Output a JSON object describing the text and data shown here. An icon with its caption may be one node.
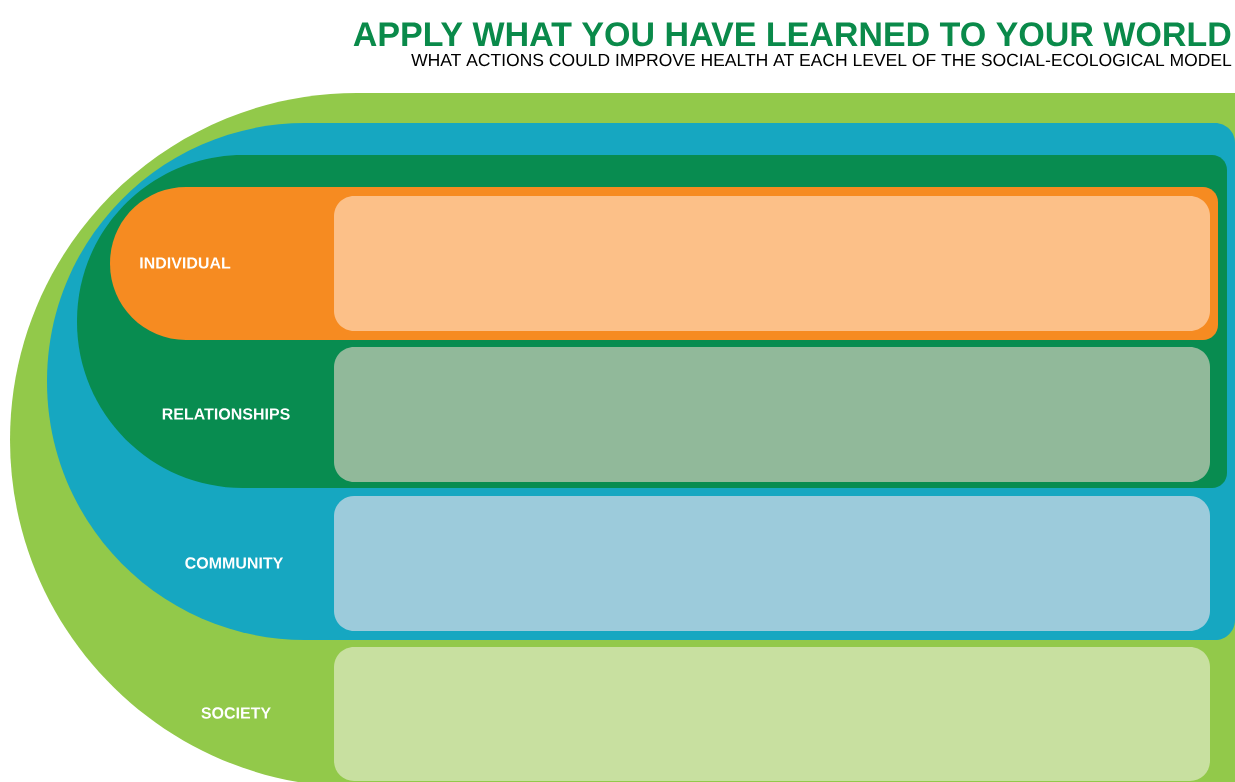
{
  "diagram": {
    "title": "APPLY WHAT YOU HAVE LEARNED TO YOUR WORLD",
    "nodes": [
      {
        "text": [
          "SOCIETY"
        ]
      },
      {
        "text": [
          "COMMUNITY"
        ],
        "in": 0
      },
      {
        "text": [
          "RELATIONSHIPS"
        ],
        "in": 1
      },
      {
        "text": [
          "INDIVIDUAL"
        ],
        "in": 2
      },
      {
        "text": [],
        "shape": "box",
        "in": 3
      },
      {
        "text": [],
        "shape": "box",
        "in": 2
      },
      {
        "text": [],
        "shape": "box",
        "in": 1
      },
      {
        "text": [],
        "shape": "box",
        "in": 0
      }
    ],
    "labels": [
      "WHAT ACTIONS COULD IMPROVE HEALTH AT EACH LEVEL OF THE SOCIAL-ECOLOGICAL MODEL"
    ]
  }
}
